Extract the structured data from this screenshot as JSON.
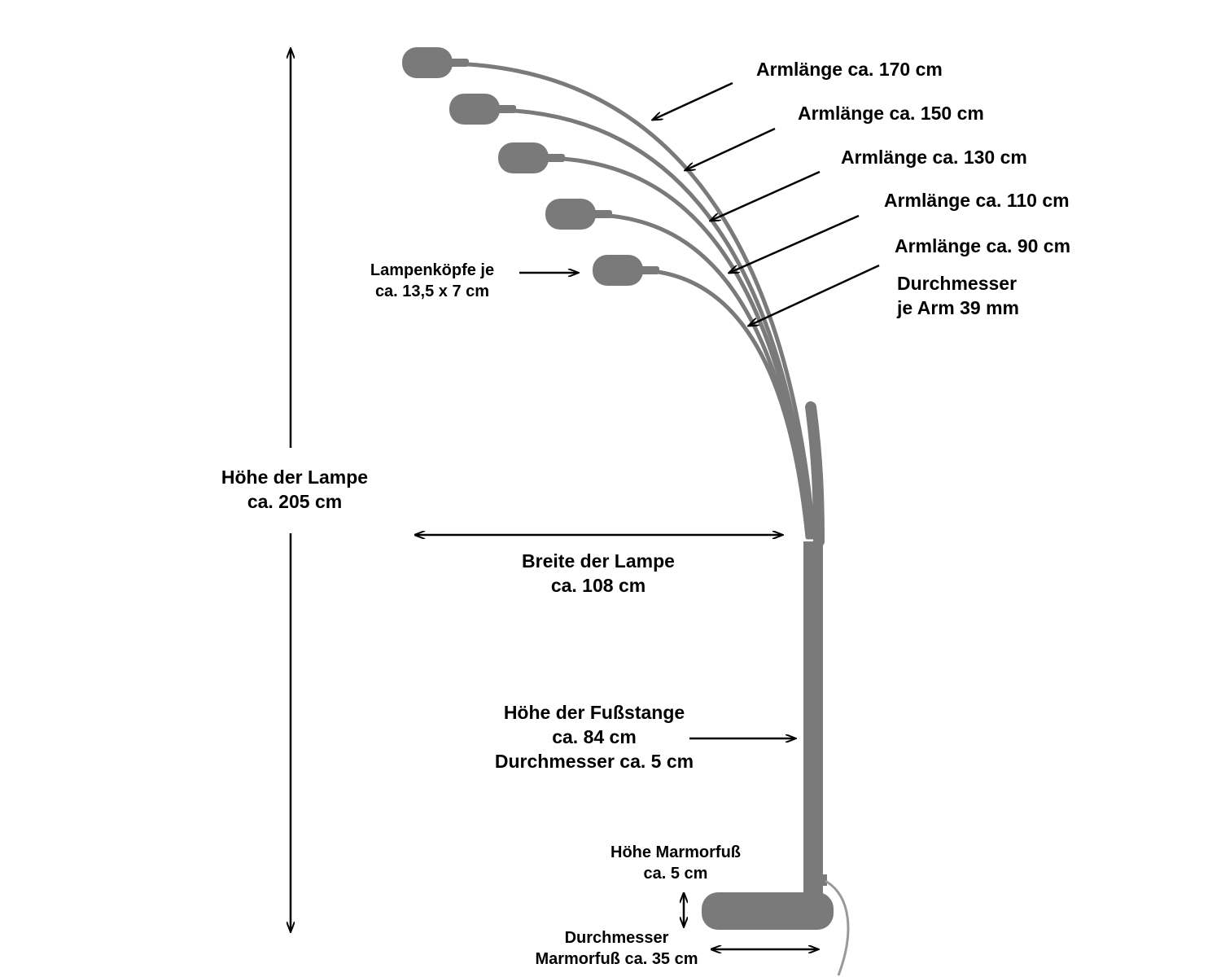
{
  "colors": {
    "lamp": "#7a7a7a",
    "line": "#000000",
    "background": "#ffffff",
    "cable": "#999999"
  },
  "arms": [
    {
      "label": "Armlänge ca. 170 cm"
    },
    {
      "label": "Armlänge ca. 150 cm"
    },
    {
      "label": "Armlänge ca. 130 cm"
    },
    {
      "label": "Armlänge ca. 110 cm"
    },
    {
      "label": "Armlänge ca. 90 cm"
    }
  ],
  "arm_diameter": {
    "line1": "Durchmesser",
    "line2": "je Arm 39 mm"
  },
  "lamp_heads": {
    "line1": "Lampenköpfe je",
    "line2": "ca. 13,5 x 7 cm"
  },
  "height": {
    "line1": "Höhe der Lampe",
    "line2": "ca. 205 cm"
  },
  "width": {
    "line1": "Breite der Lampe",
    "line2": "ca. 108 cm"
  },
  "pole": {
    "line1": "Höhe der Fußstange",
    "line2": "ca. 84 cm",
    "line3": "Durchmesser ca. 5 cm"
  },
  "base_height": {
    "line1": "Höhe Marmorfuß",
    "line2": "ca. 5 cm"
  },
  "base_diameter": {
    "line1": "Durchmesser",
    "line2": "Marmorfuß ca. 35 cm"
  }
}
